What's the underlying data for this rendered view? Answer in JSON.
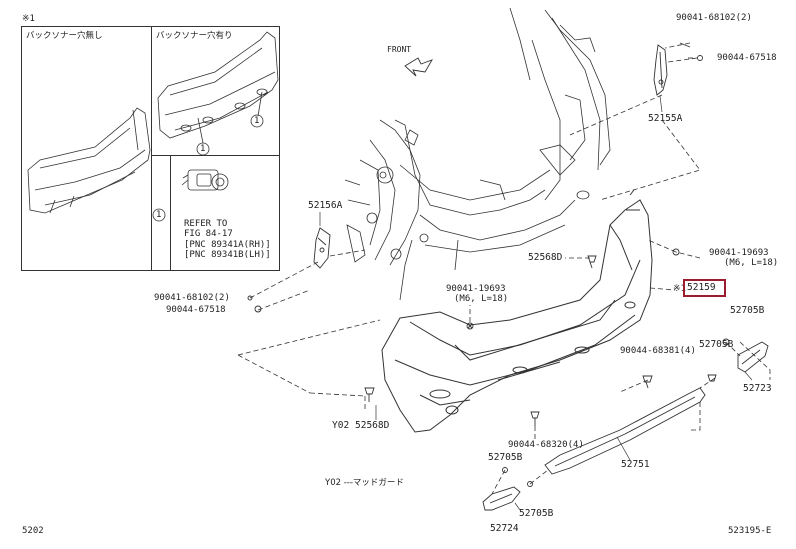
{
  "inset": {
    "note_mark": "※1",
    "panel_left_title": "バックソナー穴無し",
    "panel_right_title": "バックソナー穴有り",
    "callout_1": "1",
    "refer_lines": [
      "REFER TO",
      "FIG 84-17",
      "[PNC 89341A(RH)]",
      "[PNC 89341B(LH)]"
    ]
  },
  "front_label": "FRONT",
  "parts": {
    "p_90041_68102_top": "90041-68102(2)",
    "p_90044_67518_top": "90044-67518",
    "p_52155A": "52155A",
    "p_52156A": "52156A",
    "p_52568D_mid": "52568D",
    "p_90041_19693_right": "90041-19693",
    "p_90041_19693_right_sub": "(M6, L=18)",
    "p_90041_19693_center": "90041-19693",
    "p_90041_19693_center_sub": "(M6, L=18)",
    "p_52159_mark": "※1",
    "p_52159": "52159",
    "p_90041_68102_left": "90041-68102(2)",
    "p_90044_67518_left": "90044-67518",
    "p_52705B_right_top": "52705B",
    "p_90044_68381": "90044-68381(4)",
    "p_52705B_right_mid": "52705B",
    "p_52723": "52723",
    "p_Y02": "Y02",
    "p_52568D_bottom": "52568D",
    "p_90044_68320": "90044-68320(4)",
    "p_52751": "52751",
    "p_52705B_bottom_top": "52705B",
    "p_52705B_bottom": "52705B",
    "p_52724": "52724",
    "p_Y02_note": "Y02 ---マッドガード"
  },
  "footer": {
    "left_code": "5202",
    "right_code": "523195-E"
  },
  "colors": {
    "line": "#333333",
    "highlight": "#9b1c2e"
  }
}
